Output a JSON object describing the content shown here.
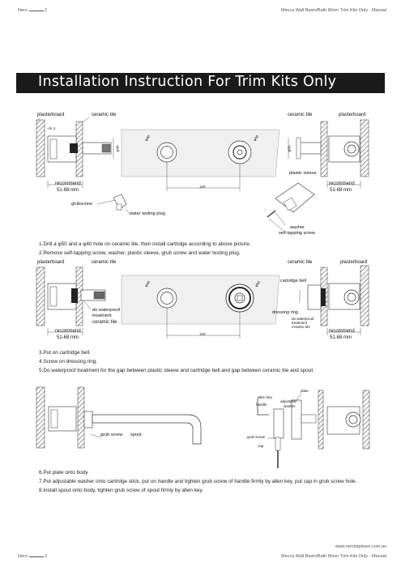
{
  "header": {
    "brand": "Nero",
    "page_number": "2",
    "doc_title": "Mecca Wall Basin/Bath Mixer Trim Kits Only - Manual"
  },
  "banner": {
    "title": "Installation Instruction For Trim Kits Only"
  },
  "diagram1": {
    "left_labels": {
      "plasterboard": "plasterboard",
      "ceramic_tile": "ceramic tile",
      "recommend": "recommend",
      "depth": "51-68 mm",
      "grubscrew": "grubscrew",
      "water_testing_plug": "water testing plug",
      "small_dim": "+2/-1"
    },
    "center_labels": {
      "hole_small": "φ40",
      "hole_large": "φ50",
      "spacing": "120",
      "outer_diam": "φ40"
    },
    "right_labels": {
      "ceramic_tile": "ceramic tile",
      "plasterboard": "plasterboard",
      "plastic_sleeve": "plastic sleeve",
      "recommend": "recommend",
      "depth": "51-68 mm",
      "washer": "washer",
      "self_tapping_screw": "self-tapping screw",
      "outer_diam": "φ50"
    }
  },
  "steps_a": [
    "1.Drill a φ50 and a φ40 hole on ceramic tile, then install cartridge according to above picture.",
    "2.Remove self-tapping screw, washer, plastic sleeve, grub screw and water testing plug."
  ],
  "diagram2": {
    "left_labels": {
      "plasterboard": "plasterboard",
      "ceramic_tile": "ceramic tile",
      "waterproof_1": "do waterproof",
      "waterproof_2": "treatment",
      "ceramic_tile_2": "ceramic tile",
      "recommend": "recommend",
      "depth": "51-68 mm"
    },
    "center_labels": {
      "hole_small": "φ40",
      "hole_large": "φ50",
      "spacing": "120"
    },
    "right_labels": {
      "ceramic_tile": "ceramic tile",
      "plasterboard": "plasterboard",
      "cartridge_bell": "cartridge bell",
      "dressing_ring": "dressing ring",
      "waterproof_1": "do waterproof",
      "waterproof_2": "treatment",
      "ceramic_tile_2": "ceramic tile",
      "recommend": "recommend",
      "depth": "51-68 mm"
    }
  },
  "steps_b": [
    "3.Put on cartridge bell.",
    "4.Screw on dressing ring.",
    "5.Do waterproof treatment for the gap between plastic sleeve and cartridge bell and gap between ceramic tile and spout."
  ],
  "diagram3": {
    "left_labels": {
      "grub_screw": "grub screw",
      "spout": "spout"
    },
    "right_labels": {
      "allen_key": "allen key",
      "handle": "handle",
      "adjustable_1": "adjustable",
      "adjustable_2": "washer",
      "plate": "plate",
      "grub_screw": "grub screw",
      "cap": "cap"
    }
  },
  "steps_c": [
    "6.Put plate onto body.",
    "7.Put adjustable washer onto cartridge stick, put on handle and tighten grub screw of handle firmly by allen key, put cap in grub screw hole.",
    "8.Install spout onto body, tighten grub screw of spout firmly by allen key."
  ],
  "footer": {
    "website": "www.nerotapware.com.au",
    "brand": "Nero",
    "page_number": "3",
    "doc_title": "Mecca Wall Basin/Bath Mixer Trim Kits Only - Manual"
  }
}
